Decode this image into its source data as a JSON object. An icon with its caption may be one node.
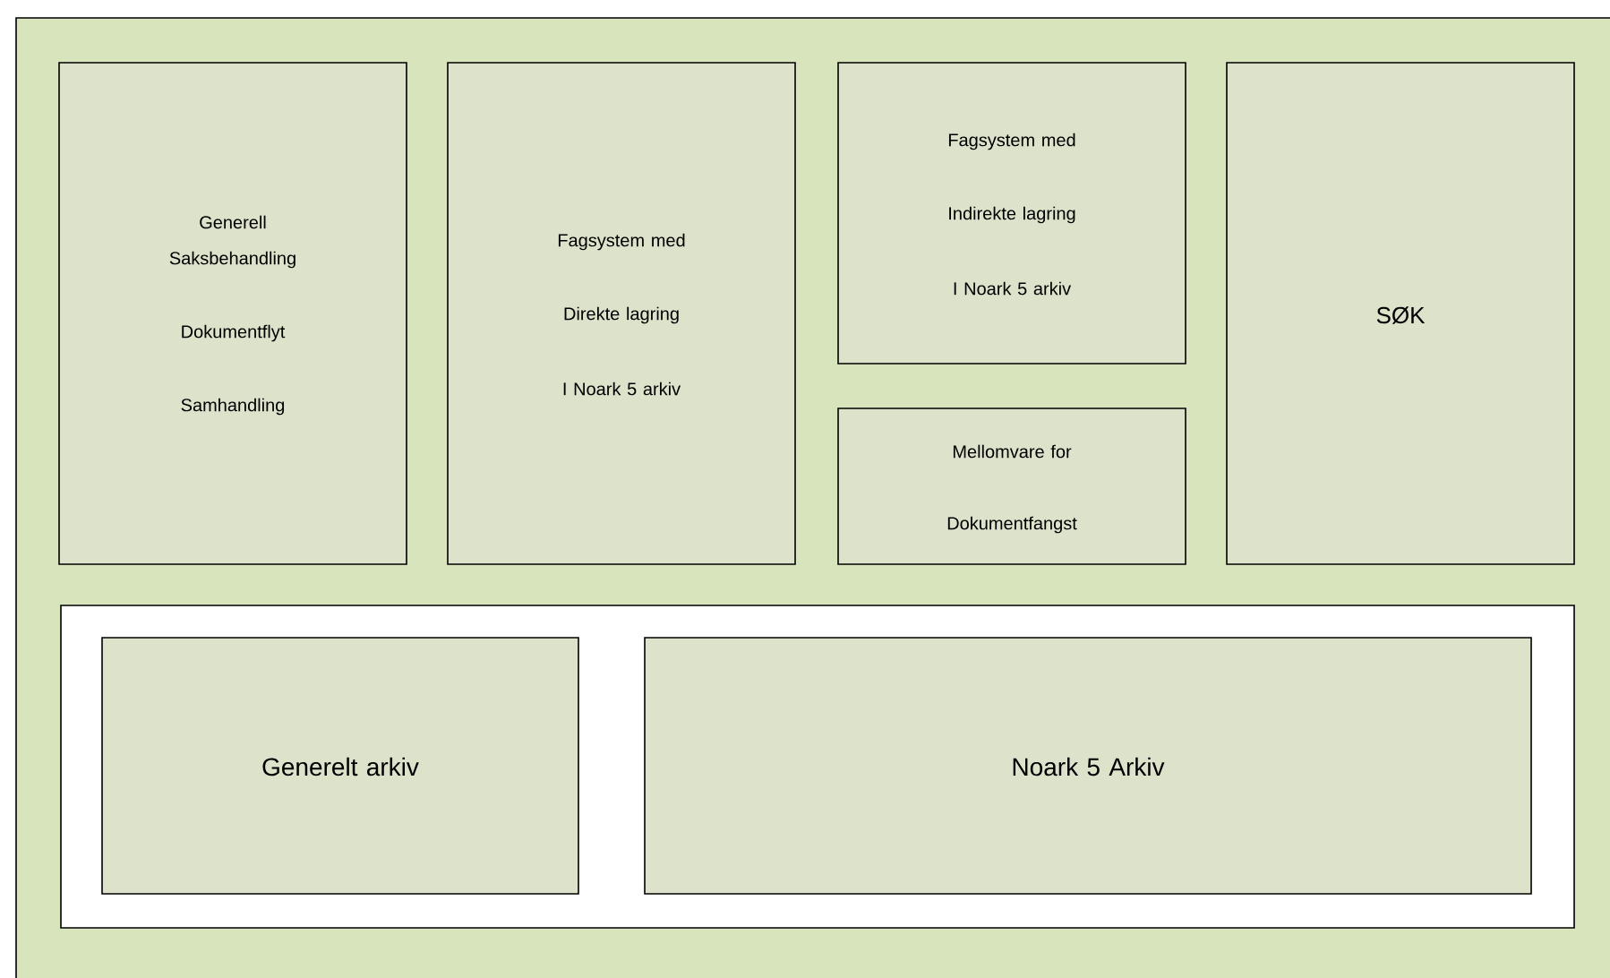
{
  "diagram": {
    "nodes": [
      {
        "text": [],
        "shape": "box"
      },
      {
        "text": [
          "Generell Saksbehandling",
          "Dokumentflyt",
          "Samhandling"
        ],
        "in": 0
      },
      {
        "text": [
          "Fagsystem med",
          "Direkte lagring",
          "I Noark 5 arkiv"
        ],
        "in": 0
      },
      {
        "text": [
          "Fagsystem med",
          "Indirekte lagring",
          "I Noark 5 arkiv"
        ],
        "in": 0
      },
      {
        "text": [
          "Mellomvare for",
          "Dokumentfangst"
        ],
        "in": 0
      },
      {
        "text": [
          "SØK"
        ],
        "in": 0
      },
      {
        "text": [],
        "shape": "box",
        "in": 0
      },
      {
        "text": [
          "Generelt arkiv"
        ],
        "in": 6
      },
      {
        "text": [
          "Noark 5  Arkiv"
        ],
        "in": 6
      }
    ]
  }
}
